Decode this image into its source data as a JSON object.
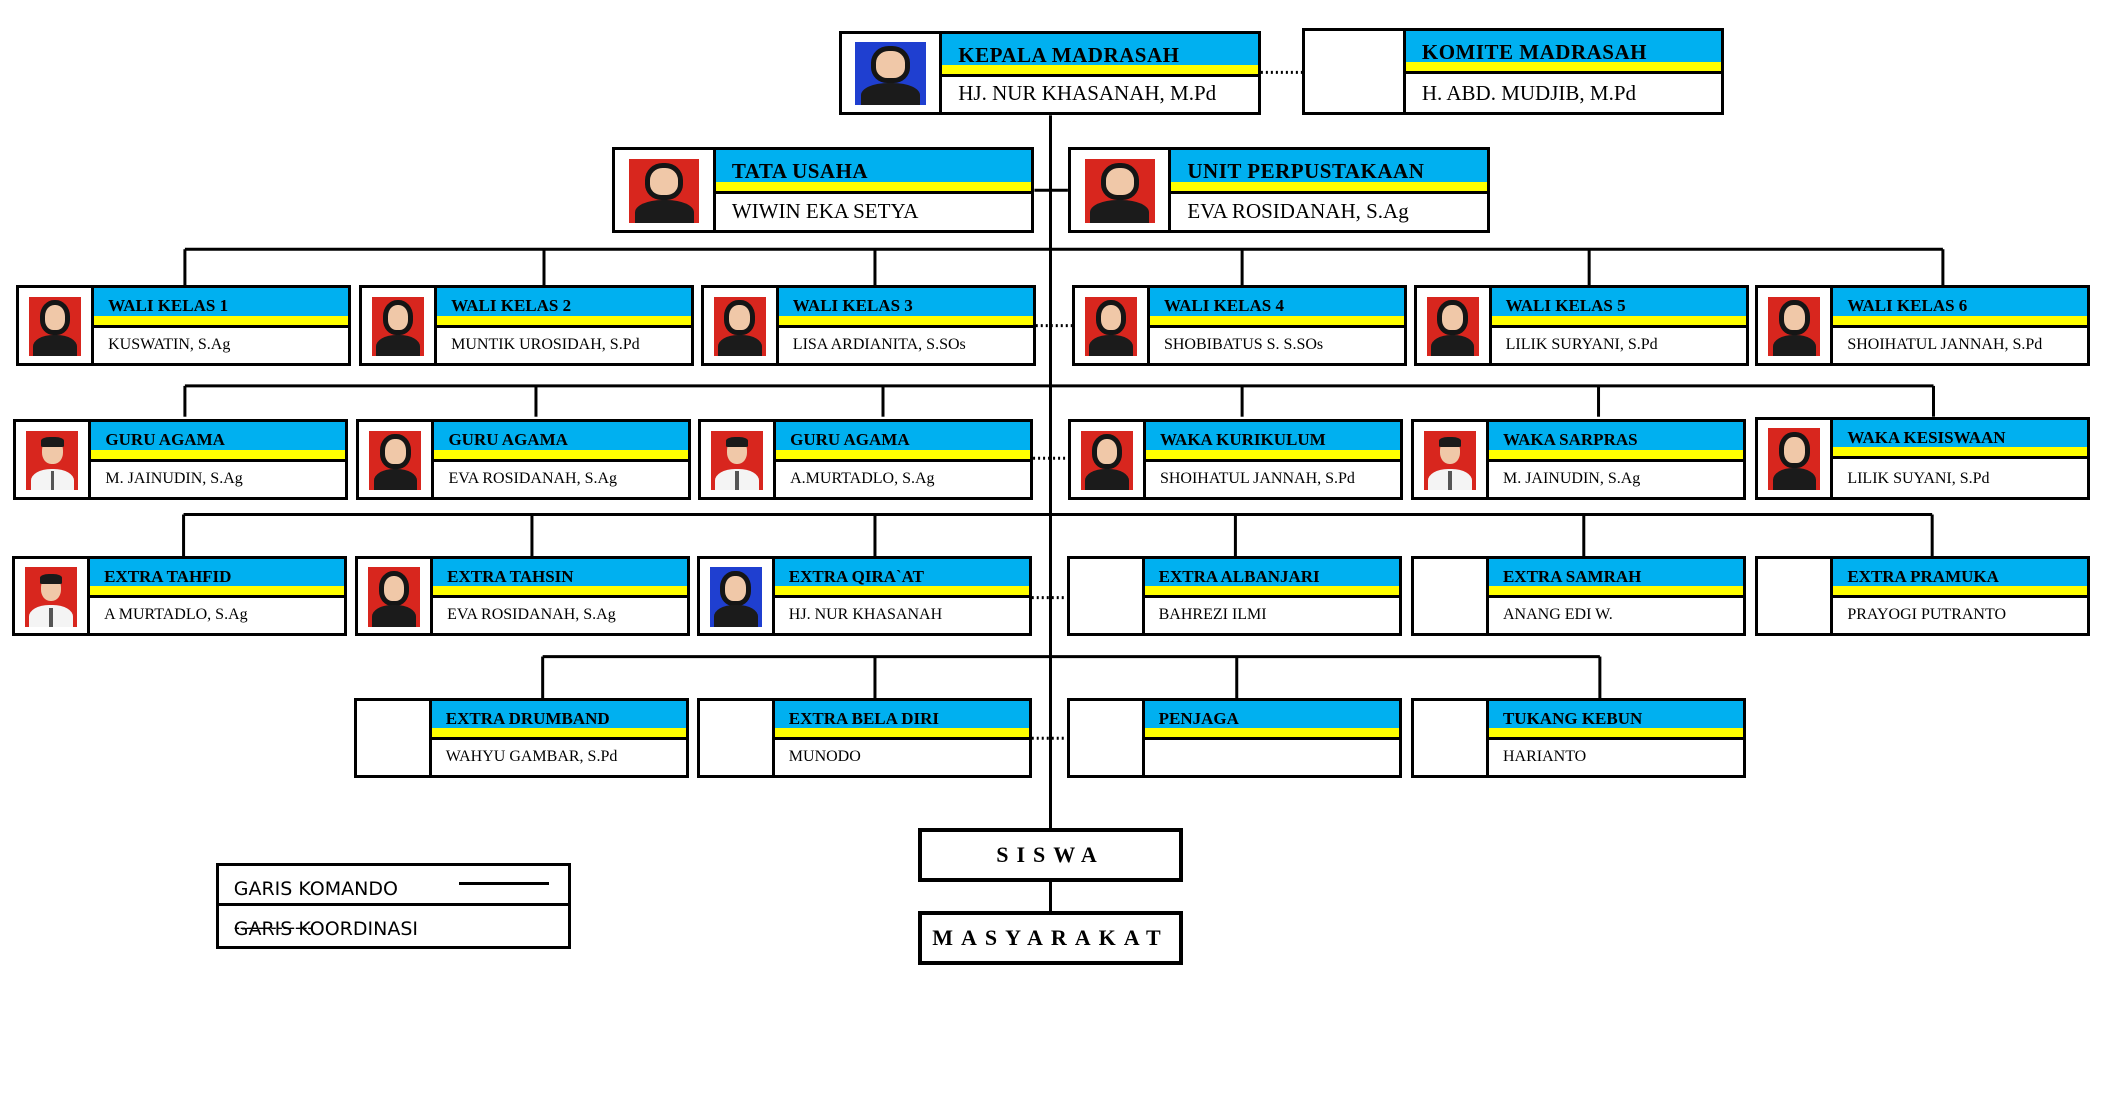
{
  "legend": {
    "command_label": "GARIS KOMANDO",
    "coordination_label": "GARIS KOORDINASI",
    "coordination_sample": "-------------"
  },
  "siswa": "SISWA",
  "masyarakat": "MASYARAKAT",
  "nodes": [
    {
      "id": "kepala",
      "title": "KEPALA MADRASAH",
      "name": "HJ. NUR KHASANAH, M.Pd",
      "photo": "blue-female"
    },
    {
      "id": "komite",
      "title": "KOMITE MADRASAH",
      "name": "H. ABD. MUDJIB, M.Pd",
      "photo": "none"
    },
    {
      "id": "tu",
      "title": "TATA USAHA",
      "name": "WIWIN EKA SETYA",
      "photo": "red-female"
    },
    {
      "id": "perpus",
      "title": "UNIT PERPUSTAKAAN",
      "name": "EVA ROSIDANAH, S.Ag",
      "photo": "red-female"
    },
    {
      "id": "wk1",
      "title": "WALI KELAS 1",
      "name": "KUSWATIN, S.Ag",
      "photo": "red-female"
    },
    {
      "id": "wk2",
      "title": "WALI KELAS 2",
      "name": "MUNTIK UROSIDAH, S.Pd",
      "photo": "red-female"
    },
    {
      "id": "wk3",
      "title": "WALI KELAS 3",
      "name": "LISA ARDIANITA, S.SOs",
      "photo": "red-female"
    },
    {
      "id": "wk4",
      "title": "WALI KELAS 4",
      "name": "SHOBIBATUS S.  S.SOs",
      "photo": "red-female"
    },
    {
      "id": "wk5",
      "title": "WALI KELAS 5",
      "name": "LILIK SURYANI, S.Pd",
      "photo": "red-female"
    },
    {
      "id": "wk6",
      "title": "WALI KELAS 6",
      "name": "SHOIHATUL JANNAH, S.Pd",
      "photo": "red-female"
    },
    {
      "id": "ga1",
      "title": "GURU AGAMA",
      "name": "M. JAINUDIN, S.Ag",
      "photo": "red-male"
    },
    {
      "id": "ga2",
      "title": "GURU AGAMA",
      "name": "EVA ROSIDANAH, S.Ag",
      "photo": "red-female"
    },
    {
      "id": "ga3",
      "title": "GURU AGAMA",
      "name": "A.MURTADLO, S.Ag",
      "photo": "red-male"
    },
    {
      "id": "wakur",
      "title": "WAKA KURIKULUM",
      "name": "SHOIHATUL JANNAH, S.Pd",
      "photo": "red-female"
    },
    {
      "id": "wasar",
      "title": "WAKA SARPRAS",
      "name": "M. JAINUDIN, S.Ag",
      "photo": "red-male"
    },
    {
      "id": "wakes",
      "title": "WAKA KESISWAAN",
      "name": "LILIK SUYANI, S.Pd",
      "photo": "red-female"
    },
    {
      "id": "ex1",
      "title": "EXTRA TAHFID",
      "name": "A MURTADLO, S.Ag",
      "photo": "red-male"
    },
    {
      "id": "ex2",
      "title": "EXTRA TAHSIN",
      "name": "EVA ROSIDANAH, S.Ag",
      "photo": "red-female"
    },
    {
      "id": "ex3",
      "title": "EXTRA QIRA`AT",
      "name": "HJ. NUR KHASANAH",
      "photo": "blue-female"
    },
    {
      "id": "ex4",
      "title": "EXTRA ALBANJARI",
      "name": "BAHREZI ILMI",
      "photo": "none"
    },
    {
      "id": "ex5",
      "title": "EXTRA SAMRAH",
      "name": "ANANG EDI W.",
      "photo": "none"
    },
    {
      "id": "ex6",
      "title": "EXTRA  PRAMUKA",
      "name": "PRAYOGI PUTRANTO",
      "photo": "none"
    },
    {
      "id": "ex7",
      "title": "EXTRA DRUMBAND",
      "name": "WAHYU GAMBAR, S.Pd",
      "photo": "none"
    },
    {
      "id": "ex8",
      "title": "EXTRA BELA DIRI",
      "name": "MUNODO",
      "photo": "none"
    },
    {
      "id": "penjaga",
      "title": "PENJAGA",
      "name": "",
      "photo": "none"
    },
    {
      "id": "kebun",
      "title": "TUKANG KEBUN",
      "name": "HARIANTO",
      "photo": "none"
    }
  ]
}
